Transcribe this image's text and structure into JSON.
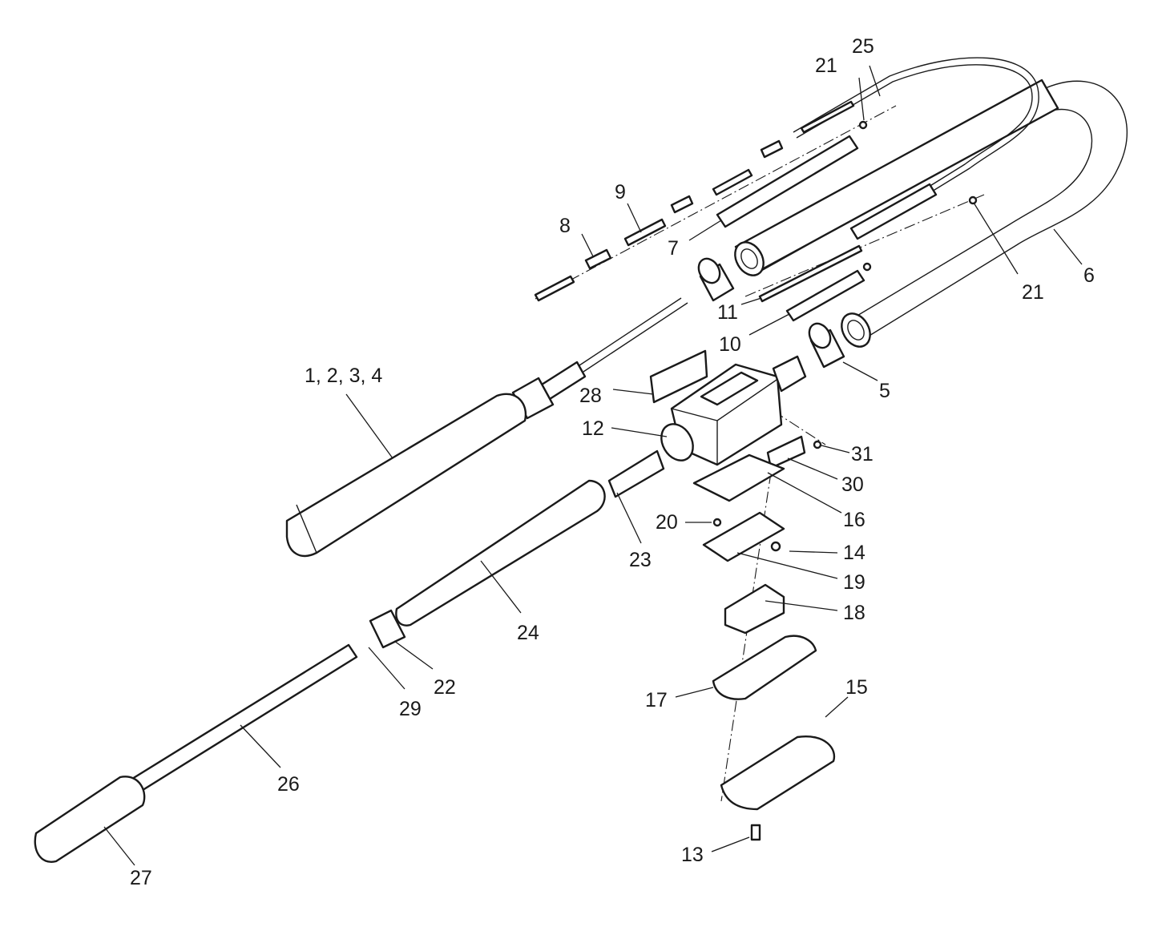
{
  "callouts": {
    "c_1_2_3_4": "1, 2, 3, 4",
    "c5": "5",
    "c6": "6",
    "c7": "7",
    "c8": "8",
    "c9": "9",
    "c10": "10",
    "c11": "11",
    "c12": "12",
    "c13": "13",
    "c14": "14",
    "c15": "15",
    "c16": "16",
    "c17": "17",
    "c18": "18",
    "c19": "19",
    "c20": "20",
    "c21_top": "21",
    "c21_right": "21",
    "c22": "22",
    "c23": "23",
    "c24": "24",
    "c25": "25",
    "c26": "26",
    "c27": "27",
    "c28": "28",
    "c29": "29",
    "c30": "30",
    "c31": "31"
  }
}
